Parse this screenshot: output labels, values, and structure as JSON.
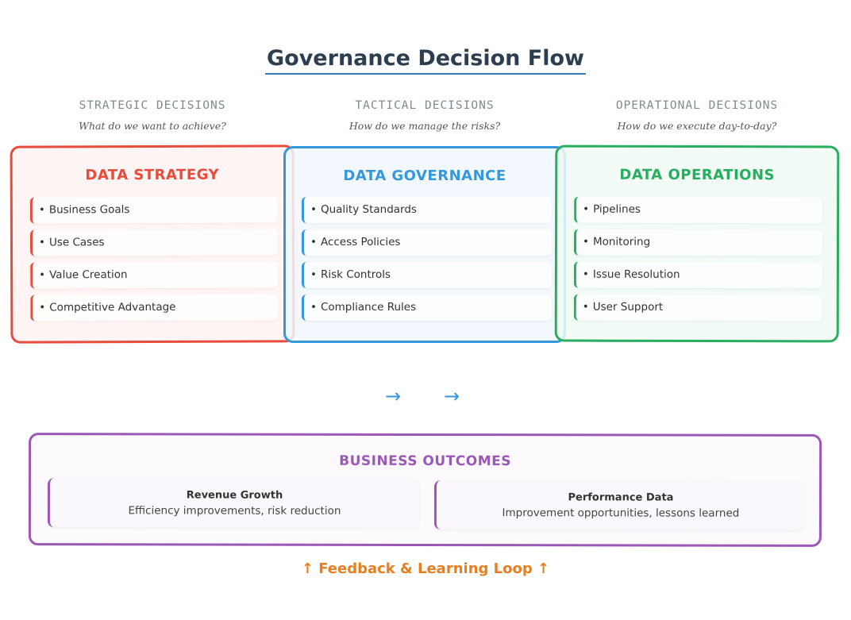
{
  "title": "Governance Decision Flow",
  "columns": [
    {
      "heading": "STRATEGIC DECISIONS",
      "question": "What do we want to achieve?"
    },
    {
      "heading": "TACTICAL DECISIONS",
      "question": "How do we manage the risks?"
    },
    {
      "heading": "OPERATIONAL DECISIONS",
      "question": "How do we execute day-to-day?"
    }
  ],
  "boxes": [
    {
      "title": "DATA STRATEGY",
      "color": "#e74c3c",
      "items": [
        "Business Goals",
        "Use Cases",
        "Value Creation",
        "Competitive Advantage"
      ]
    },
    {
      "title": "DATA GOVERNANCE",
      "color": "#3498db",
      "items": [
        "Quality Standards",
        "Access Policies",
        "Risk Controls",
        "Compliance Rules"
      ]
    },
    {
      "title": "DATA OPERATIONS",
      "color": "#27ae60",
      "items": [
        "Pipelines",
        "Monitoring",
        "Issue Resolution",
        "User Support"
      ]
    }
  ],
  "bullet": "•",
  "flow_arrows": [
    "→",
    "→"
  ],
  "outcomes": {
    "title": "BUSINESS OUTCOMES",
    "color": "#9b59b6",
    "cards": [
      {
        "title": "Revenue Growth",
        "desc": "Efficiency improvements, risk reduction"
      },
      {
        "title": "Performance Data",
        "desc": "Improvement opportunities, lessons learned"
      }
    ]
  },
  "feedback": "↑ Feedback & Learning Loop ↑"
}
